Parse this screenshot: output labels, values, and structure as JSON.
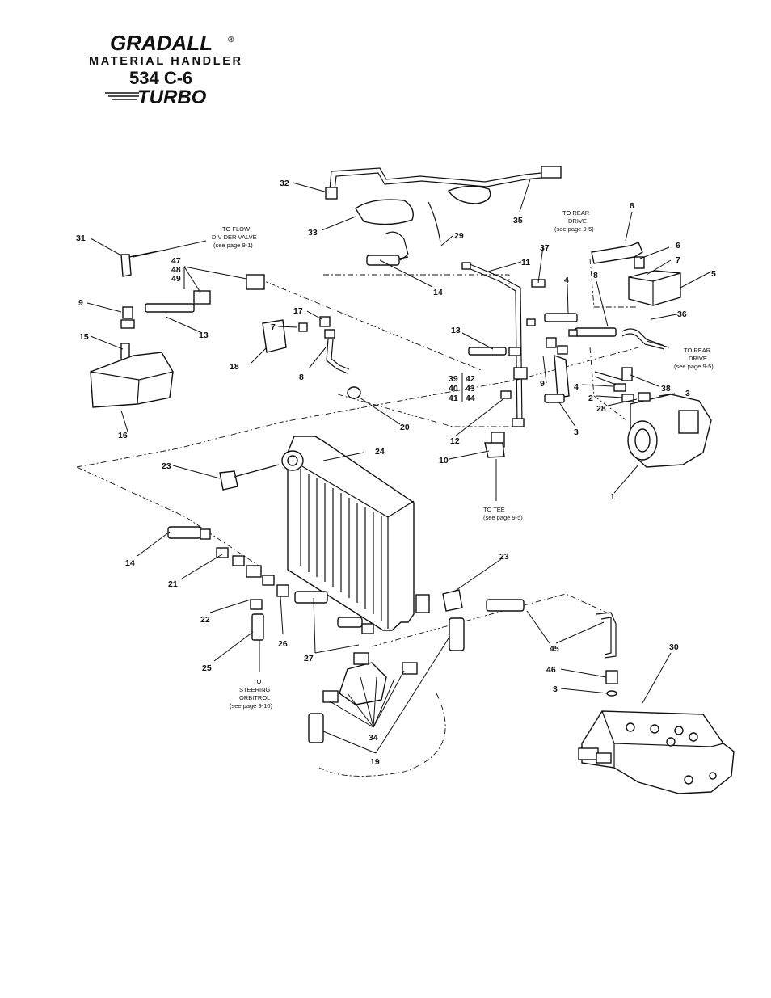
{
  "logo": {
    "brand": "GRADALL",
    "registered": "®",
    "line1": "MATERIAL HANDLER",
    "model": "534 C-6",
    "variant": "TURBO"
  },
  "callouts": [
    {
      "id": "c1",
      "text": "1"
    },
    {
      "id": "c2",
      "text": "2"
    },
    {
      "id": "c3a",
      "text": "3"
    },
    {
      "id": "c3b",
      "text": "3"
    },
    {
      "id": "c3c",
      "text": "3"
    },
    {
      "id": "c4a",
      "text": "4"
    },
    {
      "id": "c4b",
      "text": "4"
    },
    {
      "id": "c5",
      "text": "5"
    },
    {
      "id": "c6",
      "text": "6"
    },
    {
      "id": "c7a",
      "text": "7"
    },
    {
      "id": "c7b",
      "text": "7"
    },
    {
      "id": "c8a",
      "text": "8"
    },
    {
      "id": "c8b",
      "text": "8"
    },
    {
      "id": "c8c",
      "text": "8"
    },
    {
      "id": "c9a",
      "text": "9"
    },
    {
      "id": "c9b",
      "text": "9"
    },
    {
      "id": "c10",
      "text": "10"
    },
    {
      "id": "c11",
      "text": "11"
    },
    {
      "id": "c12",
      "text": "12"
    },
    {
      "id": "c13a",
      "text": "13"
    },
    {
      "id": "c13b",
      "text": "13"
    },
    {
      "id": "c14a",
      "text": "14"
    },
    {
      "id": "c14b",
      "text": "14"
    },
    {
      "id": "c15",
      "text": "15"
    },
    {
      "id": "c16",
      "text": "16"
    },
    {
      "id": "c17",
      "text": "17"
    },
    {
      "id": "c18",
      "text": "18"
    },
    {
      "id": "c19",
      "text": "19"
    },
    {
      "id": "c20",
      "text": "20"
    },
    {
      "id": "c21",
      "text": "21"
    },
    {
      "id": "c22",
      "text": "22"
    },
    {
      "id": "c23a",
      "text": "23"
    },
    {
      "id": "c23b",
      "text": "23"
    },
    {
      "id": "c24",
      "text": "24"
    },
    {
      "id": "c25",
      "text": "25"
    },
    {
      "id": "c26",
      "text": "26"
    },
    {
      "id": "c27",
      "text": "27"
    },
    {
      "id": "c28",
      "text": "28"
    },
    {
      "id": "c29",
      "text": "29"
    },
    {
      "id": "c30",
      "text": "30"
    },
    {
      "id": "c31",
      "text": "31"
    },
    {
      "id": "c32",
      "text": "32"
    },
    {
      "id": "c33",
      "text": "33"
    },
    {
      "id": "c34",
      "text": "34"
    },
    {
      "id": "c35",
      "text": "35"
    },
    {
      "id": "c36",
      "text": "36"
    },
    {
      "id": "c37",
      "text": "37"
    },
    {
      "id": "c38",
      "text": "38"
    },
    {
      "id": "c39",
      "text": "39"
    },
    {
      "id": "c40",
      "text": "40"
    },
    {
      "id": "c41",
      "text": "41"
    },
    {
      "id": "c42",
      "text": "42"
    },
    {
      "id": "c43",
      "text": "43"
    },
    {
      "id": "c44",
      "text": "44"
    },
    {
      "id": "c45",
      "text": "45"
    },
    {
      "id": "c46",
      "text": "46"
    },
    {
      "id": "c47",
      "text": "47"
    },
    {
      "id": "c48",
      "text": "48"
    },
    {
      "id": "c49",
      "text": "49"
    }
  ],
  "notes": {
    "flow_divider": [
      "TO FLOW",
      "DIV DER VALVE",
      "(see page 9-1)"
    ],
    "rear_drive_top": [
      "TO REAR",
      "DRIVE",
      "(see page 9-5)"
    ],
    "rear_drive_right": [
      "TO REAR",
      "DRIVE",
      "(see page 9-5)"
    ],
    "tee": [
      "TO TEE",
      "(see page 9-5)"
    ],
    "steering": [
      "TO",
      "STEERING",
      "ORBITROL",
      "(see page 9-10)"
    ]
  }
}
